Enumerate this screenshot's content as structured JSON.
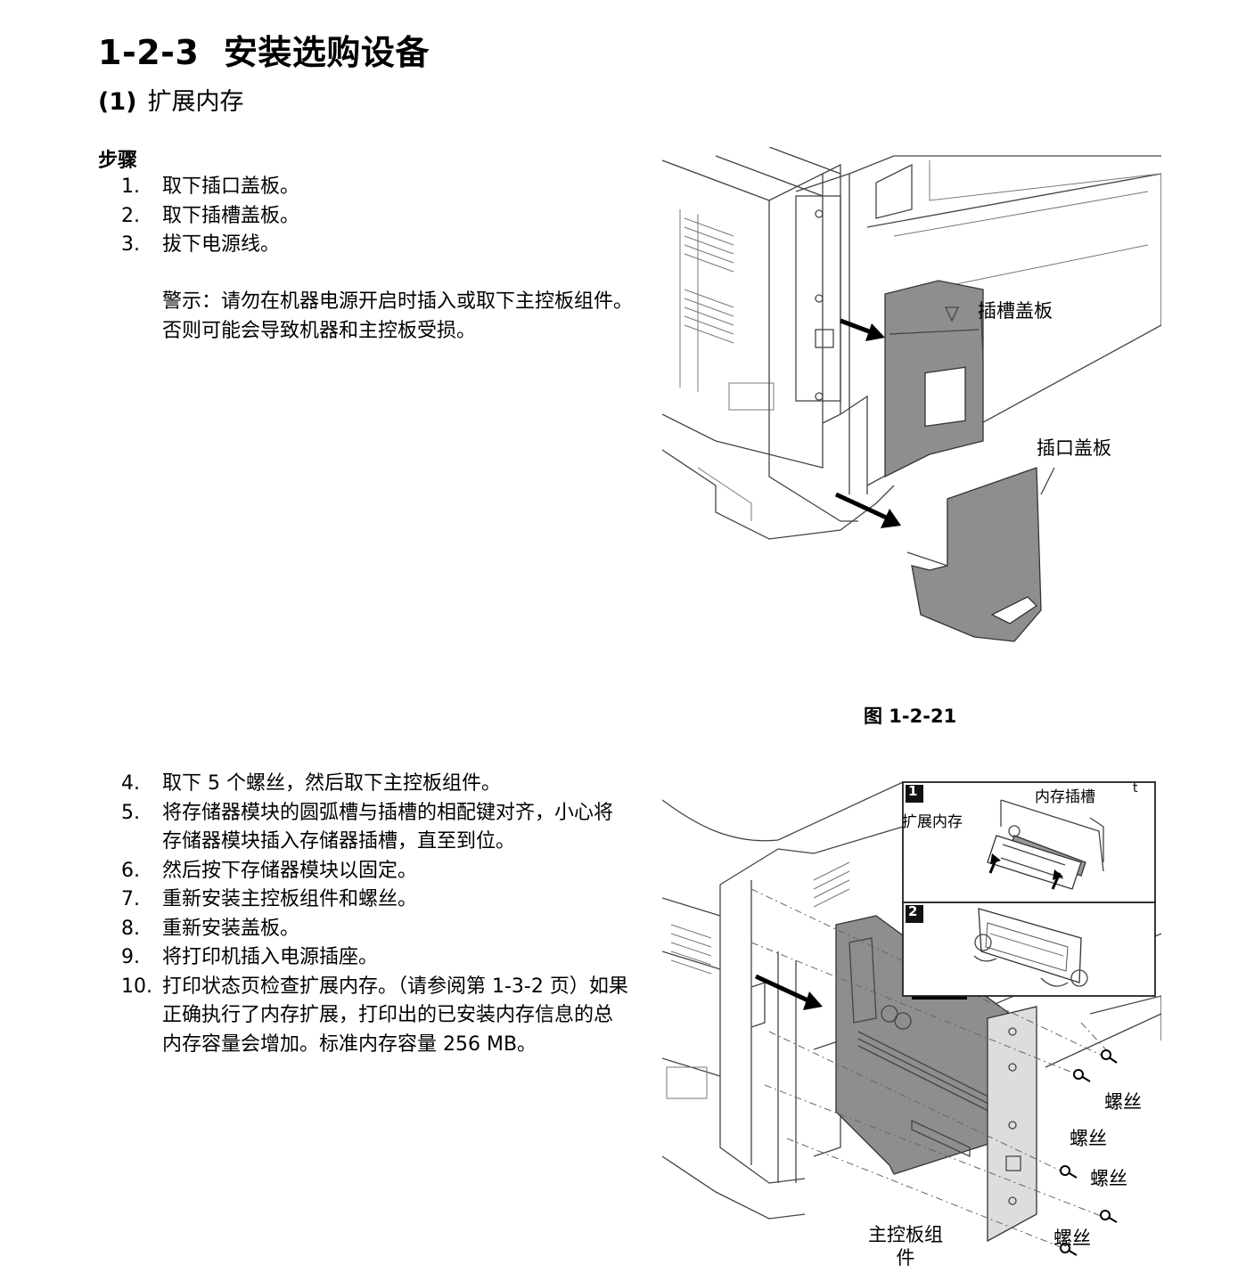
{
  "section": {
    "number": "1-2-3",
    "title": "安装选购设备"
  },
  "subsection": {
    "number": "(1)",
    "title": "扩展内存"
  },
  "steps_heading": "步骤",
  "steps_a": [
    {
      "num": "1.",
      "text": "取下插口盖板。"
    },
    {
      "num": "2.",
      "text": "取下插槽盖板。"
    },
    {
      "num": "3.",
      "text": "拔下电源线。"
    }
  ],
  "warning": {
    "line1": "警示：请勿在机器电源开启时插入或取下主控板组件。",
    "line2": "否则可能会导致机器和主控板受损。"
  },
  "figure1": {
    "caption": "图 1-2-21",
    "labels": {
      "slot_cover": "插槽盖板",
      "port_cover": "插口盖板"
    }
  },
  "steps_b": [
    {
      "num": "4.",
      "text": "取下 5 个螺丝，然后取下主控板组件。"
    },
    {
      "num": "5.",
      "text": "将存储器模块的圆弧槽与插槽的相配键对齐，小心将存储器模块插入存储器插槽，直至到位。"
    },
    {
      "num": "6.",
      "text": "然后按下存储器模块以固定。"
    },
    {
      "num": "7.",
      "text": "重新安装主控板组件和螺丝。"
    },
    {
      "num": "8.",
      "text": "重新安装盖板。"
    },
    {
      "num": "9.",
      "text": "将打印机插入电源插座。"
    },
    {
      "num": "10.",
      "text": "打印状态页检查扩展内存。（请参阅第 1-3-2 页）如果正确执行了内存扩展，打印出的已安装内存信息的总内存容量会增加。标准内存容量 256 MB。"
    }
  ],
  "figure2": {
    "inset1_num": "1",
    "inset2_num": "2",
    "inset_corner_mark": "t",
    "labels": {
      "memory_slot": "内存插槽",
      "expansion_memory": "扩展内存",
      "screw_1": "螺丝",
      "screw_2": "螺丝",
      "screw_3": "螺丝",
      "screw_4": "螺丝",
      "main_board_line1": "主控板组",
      "main_board_line2": "件"
    }
  }
}
